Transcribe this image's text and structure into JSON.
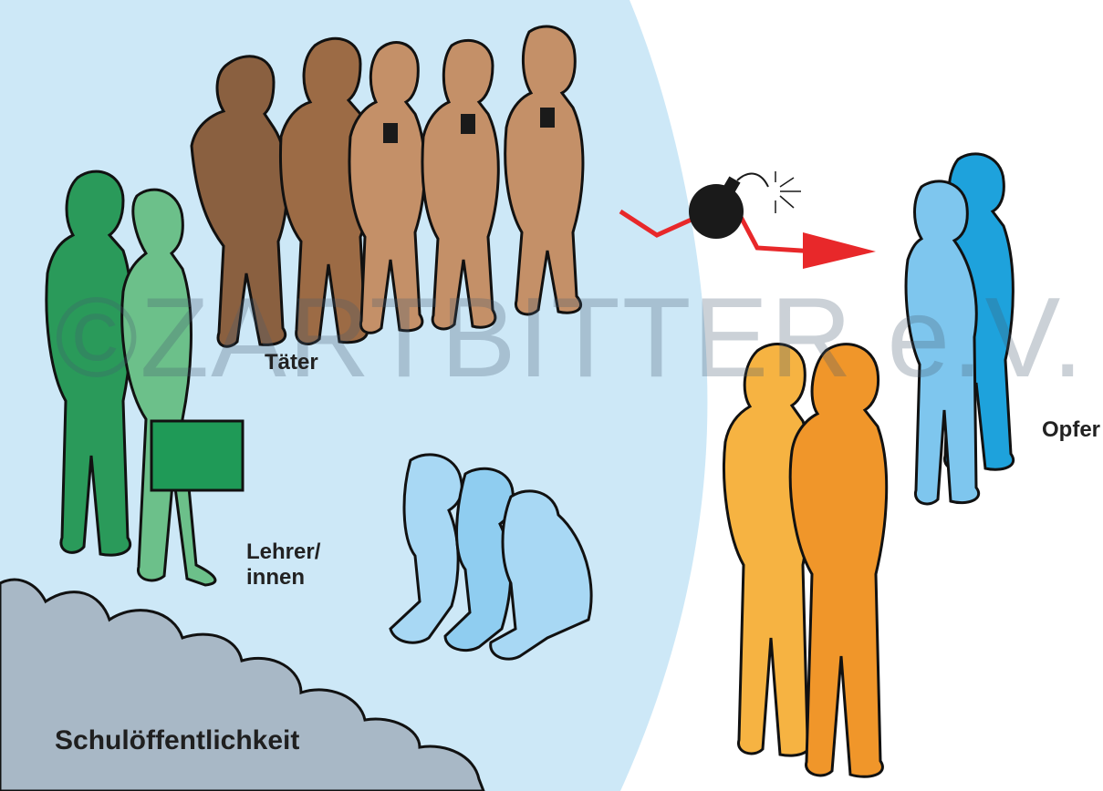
{
  "labels": {
    "perpetrators": "Täter",
    "teachers_line1": "Lehrer/",
    "teachers_line2": "innen",
    "victims": "Opfer",
    "school_public": "Schulöffentlichkeit"
  },
  "watermark": "©ZARTBITTER e.V.",
  "colors": {
    "background_area": "#cde8f7",
    "perpetrators_dark": "#8a6040",
    "perpetrators_light": "#c49068",
    "teachers_dark": "#2a9a5a",
    "teachers_light": "#6cc08a",
    "bystanders": "#9fd3f0",
    "bystanders_orange_light": "#f6b342",
    "bystanders_orange_dark": "#f0962a",
    "victims_light": "#7ec6ee",
    "victims_dark": "#1ea2dc",
    "cloud": "#a8b8c6",
    "arrow": "#e8282a",
    "bomb": "#1a1a1a"
  },
  "icons": [
    "bomb-icon",
    "arrow-icon",
    "cloud-shape"
  ]
}
